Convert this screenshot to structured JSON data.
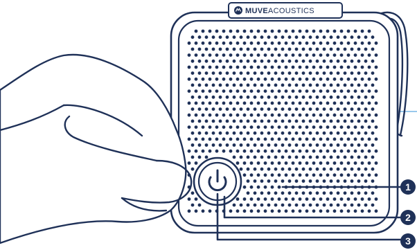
{
  "brand": {
    "name_bold": "MUVE",
    "name_regular": "ACOUSTICS"
  },
  "colors": {
    "outline": "#1f3158",
    "guide_line": "#5aa6e0",
    "background": "#ffffff",
    "callout_text": "#ffffff"
  },
  "icons": {
    "logo": "muve-logo-icon",
    "power": "power-button-icon",
    "hand": "hand-illustration"
  },
  "callouts": [
    {
      "number": "1",
      "target": "speaker grille"
    },
    {
      "number": "2",
      "target": "power button"
    },
    {
      "number": "3",
      "target": "power button center"
    }
  ]
}
